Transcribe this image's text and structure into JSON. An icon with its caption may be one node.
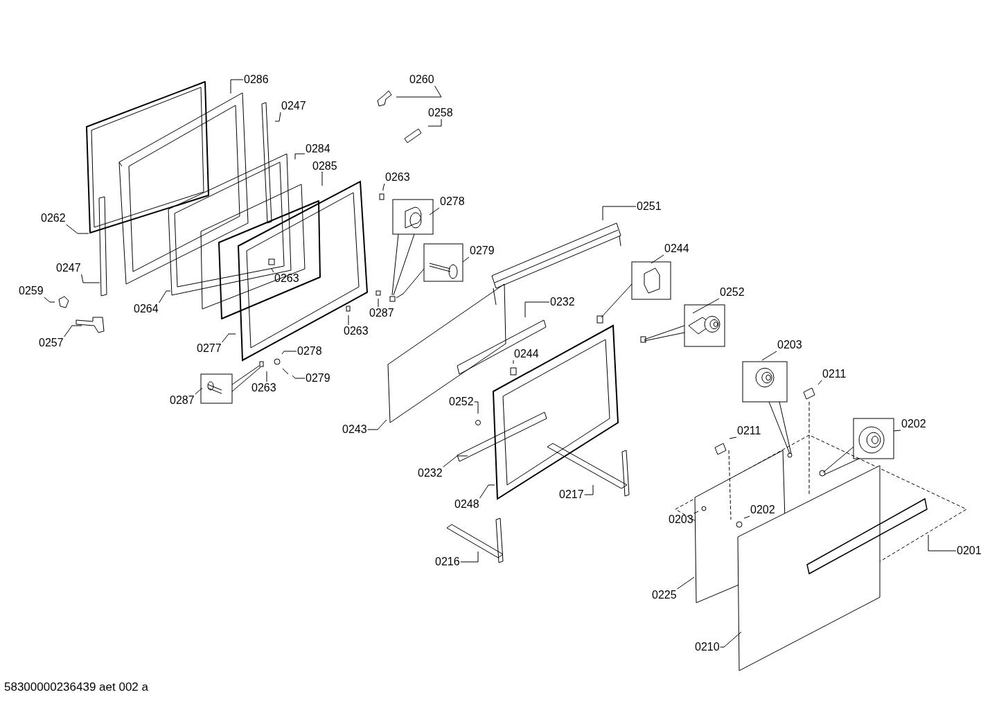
{
  "diagram": {
    "nodes": [
      {
        "text": [
          "0286"
        ]
      },
      {
        "text": [
          "0260"
        ]
      },
      {
        "text": [
          "0247"
        ]
      },
      {
        "text": [
          "0258"
        ]
      },
      {
        "text": [
          "0284"
        ]
      },
      {
        "text": [
          "0285"
        ]
      },
      {
        "text": [
          "0263"
        ]
      },
      {
        "text": [
          "0278"
        ]
      },
      {
        "text": [
          "0251"
        ]
      },
      {
        "text": [
          "0262"
        ]
      },
      {
        "text": [
          "0244"
        ]
      },
      {
        "text": [
          "0279"
        ]
      },
      {
        "text": [
          "0247"
        ]
      },
      {
        "text": [
          "0263"
        ]
      },
      {
        "text": [
          "0259"
        ]
      },
      {
        "text": [
          "0252"
        ]
      },
      {
        "text": [
          "0232"
        ]
      },
      {
        "text": [
          "0264"
        ]
      },
      {
        "text": [
          "0287"
        ]
      },
      {
        "text": [
          "0263"
        ]
      },
      {
        "text": [
          "0257"
        ]
      },
      {
        "text": [
          "0203"
        ]
      },
      {
        "text": [
          "0277"
        ]
      },
      {
        "text": [
          "0278"
        ]
      },
      {
        "text": [
          "0244"
        ]
      },
      {
        "text": [
          "0211"
        ]
      },
      {
        "text": [
          "0279"
        ]
      },
      {
        "text": [
          "0263"
        ]
      },
      {
        "text": [
          "0287"
        ]
      },
      {
        "text": [
          "0252"
        ]
      },
      {
        "text": [
          "0202"
        ]
      },
      {
        "text": [
          "0243"
        ]
      },
      {
        "text": [
          "0211"
        ]
      },
      {
        "text": [
          "0232"
        ]
      },
      {
        "text": [
          "0217"
        ]
      },
      {
        "text": [
          "0248"
        ]
      },
      {
        "text": [
          "0202"
        ]
      },
      {
        "text": [
          "0203"
        ]
      },
      {
        "text": [
          "0201"
        ]
      },
      {
        "text": [
          "0216"
        ]
      },
      {
        "text": [
          "0225"
        ]
      },
      {
        "text": [
          "0210"
        ]
      }
    ],
    "edges": [
      {
        "from": 0,
        "to": null,
        "arrow": "none"
      },
      {
        "from": 1,
        "to": null,
        "arrow": "none"
      },
      {
        "from": 2,
        "to": null,
        "arrow": "none"
      },
      {
        "from": 3,
        "to": null,
        "arrow": "none"
      },
      {
        "from": 4,
        "to": null,
        "arrow": "none"
      },
      {
        "from": 5,
        "to": null,
        "arrow": "none"
      },
      {
        "from": 6,
        "to": null,
        "arrow": "none"
      },
      {
        "from": 7,
        "to": null,
        "arrow": "none"
      },
      {
        "from": 8,
        "to": null,
        "arrow": "none"
      },
      {
        "from": 9,
        "to": null,
        "arrow": "none"
      },
      {
        "from": 10,
        "to": null,
        "arrow": "none"
      },
      {
        "from": 11,
        "to": null,
        "arrow": "none"
      },
      {
        "from": 12,
        "to": null,
        "arrow": "none"
      },
      {
        "from": 13,
        "to": null,
        "arrow": "none"
      },
      {
        "from": 14,
        "to": null,
        "arrow": "none"
      },
      {
        "from": 15,
        "to": null,
        "arrow": "none"
      },
      {
        "from": 16,
        "to": null,
        "arrow": "none"
      },
      {
        "from": 17,
        "to": null,
        "arrow": "none"
      },
      {
        "from": 18,
        "to": null,
        "arrow": "none"
      },
      {
        "from": 19,
        "to": null,
        "arrow": "none"
      },
      {
        "from": 20,
        "to": null,
        "arrow": "none"
      },
      {
        "from": 21,
        "to": null,
        "arrow": "none"
      },
      {
        "from": 22,
        "to": null,
        "arrow": "none"
      },
      {
        "from": 23,
        "to": null,
        "arrow": "none"
      },
      {
        "from": 24,
        "to": null,
        "arrow": "none"
      },
      {
        "from": 25,
        "to": null,
        "arrow": "none"
      },
      {
        "from": 26,
        "to": null,
        "arrow": "none"
      },
      {
        "from": 27,
        "to": null,
        "arrow": "none"
      },
      {
        "from": 28,
        "to": null,
        "arrow": "none"
      },
      {
        "from": 29,
        "to": null,
        "arrow": "none"
      },
      {
        "from": 30,
        "to": null,
        "arrow": "none"
      },
      {
        "from": 31,
        "to": null,
        "arrow": "none"
      },
      {
        "from": 32,
        "to": null,
        "arrow": "none"
      },
      {
        "from": 33,
        "to": null,
        "arrow": "none"
      },
      {
        "from": 34,
        "to": null,
        "arrow": "none"
      },
      {
        "from": 35,
        "to": null,
        "arrow": "none"
      },
      {
        "from": 36,
        "to": null,
        "arrow": "none"
      },
      {
        "from": 37,
        "to": null,
        "arrow": "none"
      },
      {
        "from": 38,
        "to": null,
        "arrow": "none"
      },
      {
        "from": 39,
        "to": null,
        "arrow": "none"
      },
      {
        "from": 40,
        "to": null,
        "arrow": "none"
      },
      {
        "from": 41,
        "to": null,
        "arrow": "none"
      }
    ],
    "labels": [
      "58300000236439 aet 002 a"
    ]
  }
}
